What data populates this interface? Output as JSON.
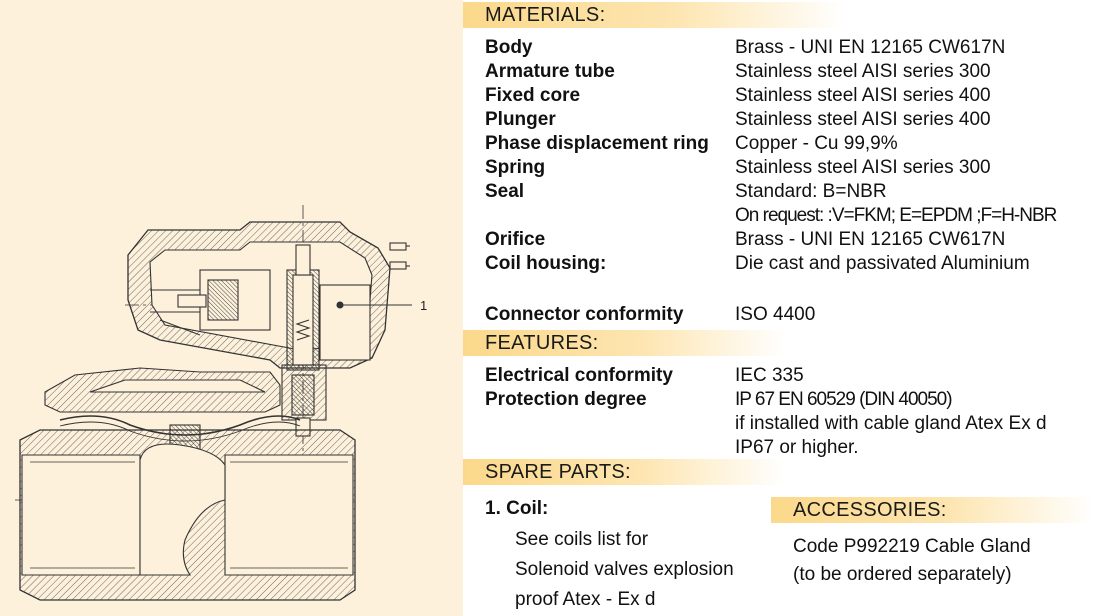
{
  "drawing": {
    "callout": "1"
  },
  "materials": {
    "title": "MATERIALS:",
    "rows": [
      {
        "label": "Body",
        "value": "Brass - UNI EN 12165 CW617N"
      },
      {
        "label": "Armature tube",
        "value": "Stainless steel AISI series 300"
      },
      {
        "label": "Fixed core",
        "value": "Stainless steel AISI series 400"
      },
      {
        "label": "Plunger",
        "value": "Stainless steel AISI series 400"
      },
      {
        "label": "Phase displacement ring",
        "value": "Copper - Cu 99,9%"
      },
      {
        "label": "Spring",
        "value": "Stainless steel AISI series 300"
      },
      {
        "label": "Seal",
        "value": "Standard:   B=NBR"
      },
      {
        "label": "",
        "value": "On request: :V=FKM; E=EPDM ;F=H-NBR"
      },
      {
        "label": "Orifice",
        "value": "Brass - UNI EN 12165 CW617N"
      },
      {
        "label": "Coil housing:",
        "value": "Die cast and passivated Aluminium"
      }
    ],
    "connector": {
      "label": "Connector conformity",
      "value": "ISO 4400"
    }
  },
  "features": {
    "title": "FEATURES:",
    "rows": [
      {
        "label": "Electrical conformity",
        "value": "IEC 335"
      },
      {
        "label": "Protection degree",
        "value": "IP 67 EN 60529 (DIN 40050)"
      },
      {
        "label": "",
        "value": "if installed with cable gland Atex Ex d"
      },
      {
        "label": "",
        "value": "IP67 or higher."
      }
    ]
  },
  "spare_parts": {
    "title": "SPARE PARTS:",
    "item_title": "1.  Coil:",
    "item_lines": [
      "See coils list for",
      "Solenoid valves explosion",
      "proof Atex - Ex d"
    ]
  },
  "accessories": {
    "title": "ACCESSORIES:",
    "lines": [
      "Code P992219  Cable Gland",
      "(to be ordered separately)"
    ]
  }
}
